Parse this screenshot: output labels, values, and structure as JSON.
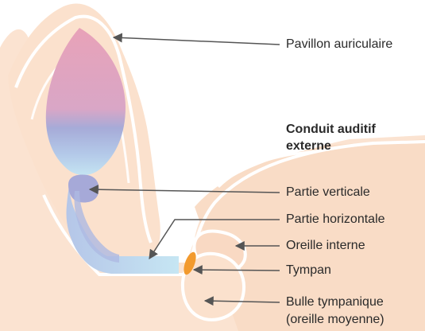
{
  "labels": {
    "pavillon": "Pavillon auriculaire",
    "conduit_line1": "Conduit auditif",
    "conduit_line2": "externe",
    "partie_verticale": "Partie verticale",
    "partie_horizontale": "Partie horizontale",
    "oreille_interne": "Oreille interne",
    "tympan": "Tympan",
    "bulle_line1": "Bulle tympanique",
    "bulle_line2": "(oreille moyenne)"
  },
  "colors": {
    "skin": "#fbe3d1",
    "skin_dark": "#f8d6c0",
    "canal_top": "#e7a6ba",
    "canal_bottom": "#bfe0ef",
    "canal_mid": "#a9b2da",
    "tympan": "#f29a2e",
    "arrow": "#555555",
    "outline": "#ffffff"
  }
}
